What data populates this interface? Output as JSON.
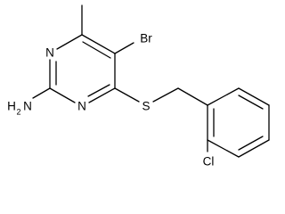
{
  "molecule": {
    "atoms": {
      "br": "Br",
      "n_top": "N",
      "n_bottom": "N",
      "s": "S",
      "cl": "Cl",
      "h2": "H",
      "h2_sub": "2",
      "n_amine": "N"
    },
    "colors": {
      "bond": "#000000",
      "label": "#000000"
    }
  }
}
